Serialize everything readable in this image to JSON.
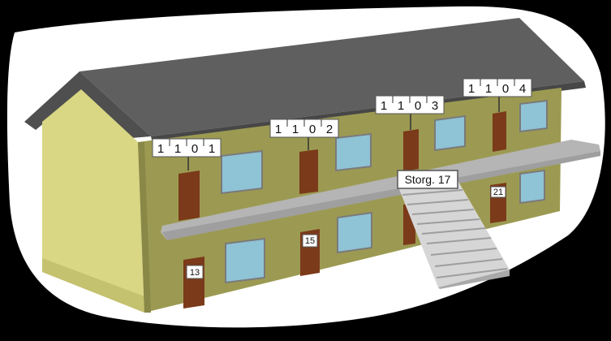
{
  "colors": {
    "background": "#000000",
    "halo": "#ffffff",
    "roof": "#5f5f5f",
    "roof_edge": "#4a4a4a",
    "wall_front": "#9c9a52",
    "wall_side": "#d9d684",
    "wall_side_shade": "#c4c16f",
    "door": "#7b3a1a",
    "window": "#8fc3d6",
    "window_frame": "#7a7a7a",
    "balcony": "#b5b5b5",
    "stairs": "#c9c9c9",
    "label_bg": "#ffffff"
  },
  "units": [
    {
      "id": "unit-1101",
      "digits": [
        "1",
        "1",
        "0",
        "1"
      ]
    },
    {
      "id": "unit-1102",
      "digits": [
        "1",
        "1",
        "0",
        "2"
      ]
    },
    {
      "id": "unit-1103",
      "digits": [
        "1",
        "1",
        "0",
        "3"
      ]
    },
    {
      "id": "unit-1104",
      "digits": [
        "1",
        "1",
        "0",
        "4"
      ]
    }
  ],
  "street_sign": "Storg. 17",
  "door_numbers": {
    "d13": "13",
    "d15": "15",
    "d21": "21"
  }
}
